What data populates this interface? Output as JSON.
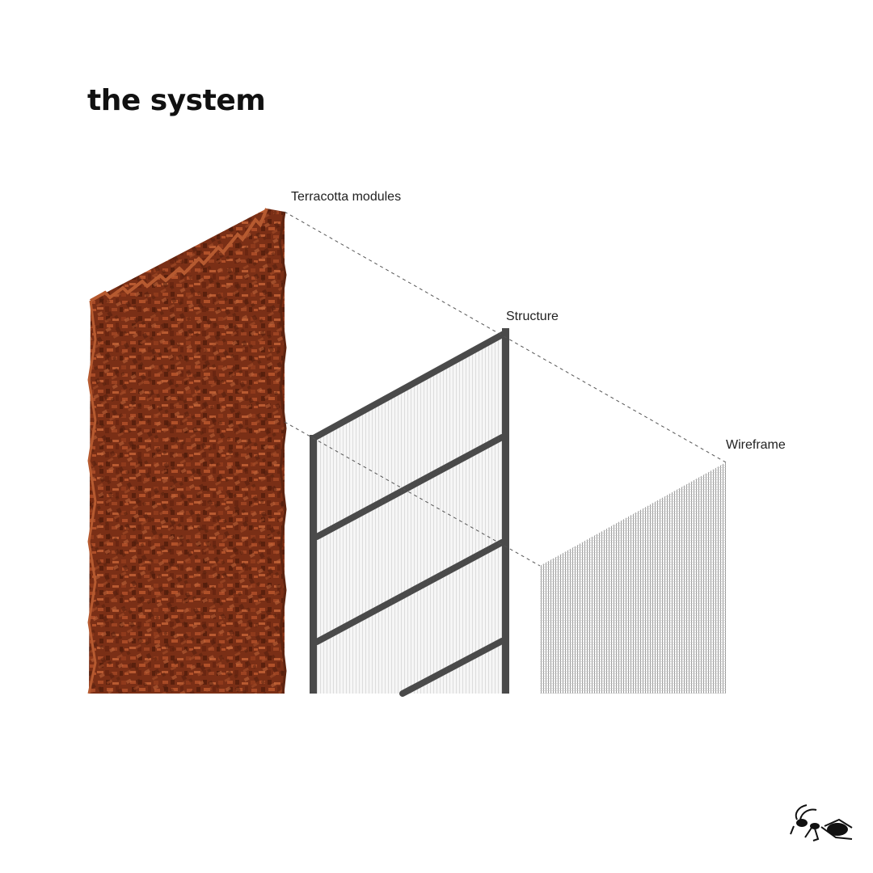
{
  "title": "the system",
  "labels": {
    "terracotta": "Terracotta modules",
    "structure": "Structure",
    "wireframe": "Wireframe"
  },
  "colors": {
    "terracotta": "#8f3a1c",
    "terracotta_dark": "#5e2410",
    "terracotta_light": "#b5552e",
    "frame": "#4a4a4a",
    "mesh": "#9a9a9a",
    "leader": "#555555"
  },
  "logo": {
    "icon": "ant-icon"
  }
}
